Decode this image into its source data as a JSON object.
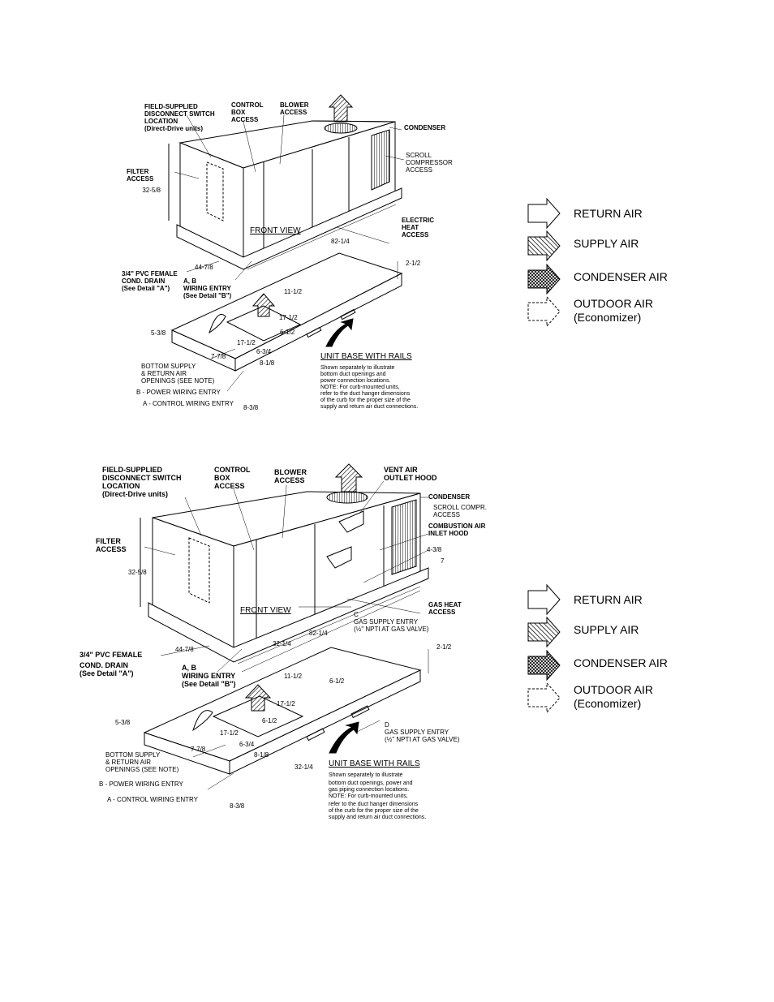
{
  "diagram1": {
    "labels": {
      "field_switch": "FIELD-SUPPLIED\nDISCONNECT SWITCH\nLOCATION\n(Direct-Drive units)",
      "control_box": "CONTROL\nBOX\nACCESS",
      "blower": "BLOWER\nACCESS",
      "condenser": "CONDENSER",
      "scroll": "SCROLL\nCOMPRESSOR\nACCESS",
      "filter": "FILTER\nACCESS",
      "front_view": "FRONT VIEW",
      "electric_heat": "ELECTRIC\nHEAT\nACCESS",
      "pvc_drain": "3/4\" PVC FEMALE\nCOND. DRAIN\n(See Detail \"A\")",
      "wiring_entry": "A, B\nWIRING ENTRY\n(See Detail \"B\")",
      "bottom_supply": "BOTTOM SUPPLY\n& RETURN AIR\nOPENINGS (SEE NOTE)",
      "b_power": "B - POWER WIRING ENTRY",
      "a_control": "A - CONTROL WIRING ENTRY",
      "unit_base": "UNIT BASE WITH RAILS",
      "note": "Shown separately to illustrate\nbottom duct openings and\npower connection locations.\nNOTE: For curb-mounted units,\nrefer to the duct hanger dimensions\nof the curb for the proper size of the\nsupply and return air duct connections."
    },
    "dims": {
      "d32_5_8": "32-5/8",
      "d82_1_4": "82-1/4",
      "d44_7_8": "44-7/8",
      "d2_1_2": "2-1/2",
      "d11_1_2": "11-1/2",
      "d17_1_2a": "17-1/2",
      "d6_1_2": "6-1/2",
      "d17_1_2b": "17-1/2",
      "d5_3_8": "5-3/8",
      "d7_7_8": "7-7/8",
      "d6_3_4": "6-3/4",
      "d8_1_8": "8-1/8",
      "d8_3_8": "8-3/8"
    }
  },
  "diagram2": {
    "labels": {
      "field_switch": "FIELD-SUPPLIED\nDISCONNECT SWITCH\nLOCATION\n(Direct-Drive units)",
      "control_box": "CONTROL\nBOX\nACCESS",
      "blower": "BLOWER\nACCESS",
      "vent_air": "VENT AIR\nOUTLET HOOD",
      "condenser": "CONDENSER",
      "scroll": "SCROLL COMPR.\nACCESS",
      "combustion": "COMBUSTION AIR\nINLET HOOD",
      "filter": "FILTER\nACCESS",
      "front_view": "FRONT VIEW",
      "gas_heat": "GAS HEAT\nACCESS",
      "gas_supply_c": "C\nGAS SUPPLY ENTRY\n(1/2\" NPTI AT GAS VALVE)",
      "pvc_drain": "3/4\" PVC FEMALE\nCOND. DRAIN\n(See Detail \"A\")",
      "wiring_entry": "A, B\nWIRING ENTRY\n(See Detail \"B\")",
      "gas_supply_d": "D\nGAS SUPPLY ENTRY\n(1/2\" NPTI AT GAS VALVE)",
      "bottom_supply": "BOTTOM SUPPLY\n& RETURN AIR\nOPENINGS (SEE NOTE)",
      "b_power": "B - POWER WIRING ENTRY",
      "a_control": "A - CONTROL WIRING ENTRY",
      "unit_base": "UNIT BASE WITH RAILS",
      "note": "Shown separately to illustrate\nbottom duct openings, power and\ngas piping connection locations.\nNOTE: For curb-mounted units,\nrefer to the duct hanger dimensions\nof the curb for the proper size of the\nsupply and return air duct connections."
    },
    "dims": {
      "d32_5_8": "32-5/8",
      "d4_3_8": "4-3/8",
      "d7": "7",
      "d82_1_4": "82-1/4",
      "d32_1_4a": "32-1/4",
      "d44_7_8": "44-7/8",
      "d2_1_2": "2-1/2",
      "d11_1_2": "11-1/2",
      "d6_1_2a": "6-1/2",
      "d17_1_2a": "17-1/2",
      "d6_1_2b": "6-1/2",
      "d5_3_8": "5-3/8",
      "d17_1_2b": "17-1/2",
      "d7_7_8": "7-7/8",
      "d6_3_4": "6-3/4",
      "d8_1_8": "8-1/8",
      "d32_1_4b": "32-1/4",
      "d8_3_8": "8-3/8"
    }
  },
  "legend1": {
    "return_air": "RETURN AIR",
    "supply_air": "SUPPLY AIR",
    "condenser_air": "CONDENSER AIR",
    "outdoor_air": "OUTDOOR AIR\n(Economizer)"
  },
  "legend2": {
    "return_air": "RETURN AIR",
    "supply_air": "SUPPLY AIR",
    "condenser_air": "CONDENSER AIR",
    "outdoor_air": "OUTDOOR AIR\n(Economizer)"
  }
}
